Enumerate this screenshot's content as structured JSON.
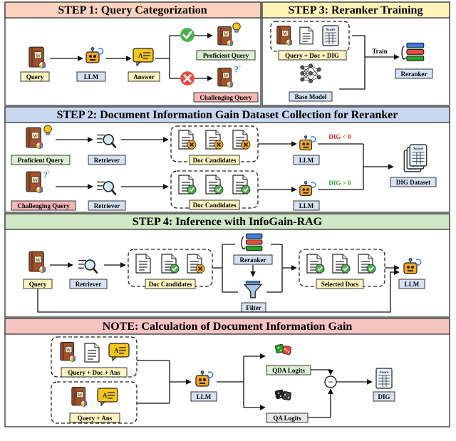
{
  "step1": {
    "title": "STEP 1: Query Categorization",
    "query": "Query",
    "llm": "LLM",
    "answer": "Answer",
    "proficient": "Proficient Query",
    "challenging": "Challenging Query"
  },
  "step3": {
    "title": "STEP 3: Reranker Training",
    "data": "Query + Doc + DIG",
    "base_model": "Base Model",
    "train": "Train",
    "reranker": "Reranker",
    "score": "Score"
  },
  "step2": {
    "title": "STEP 2: Document Information Gain Dataset Collection for Reranker",
    "proficient": "Proficient Query",
    "challenging": "Challenging Query",
    "retriever": "Retriever",
    "doc_candidates": "Doc Candidates",
    "llm": "LLM",
    "dig_neg": "DIG < 0",
    "dig_pos": "DIG > 0",
    "dig_dataset": "DIG Dataset",
    "score": "Score"
  },
  "step4": {
    "title": "STEP 4: Inference with InfoGain-RAG",
    "query": "Query",
    "retriever": "Retriever",
    "doc_candidates": "Doc Candidates",
    "reranker": "Reranker",
    "filter": "Filter",
    "selected_docs": "Selected Docs",
    "llm": "LLM"
  },
  "note": {
    "title": "NOTE: Calculation of Document Information Gain",
    "qda": "Query + Doc + Ans",
    "qa": "Query + Ans",
    "llm": "LLM",
    "qda_logits": "QDA Logits",
    "qa_logits": "QA Logits",
    "dig": "DIG",
    "minus": "−",
    "score": "Score"
  },
  "colors": {
    "step1_header": "#fbd2bd",
    "step3_header": "#fff3b8",
    "step2_header": "#c8d7ee",
    "step4_header": "#cfe8c5",
    "note_header": "#f6c3c3",
    "query_label": "#fdf4bf",
    "proficient_label": "#dcefd1",
    "challenging_label": "#f5b6b6",
    "tool_label": "#d6e2f3",
    "green_check": "#4caf50",
    "red_cross": "#e74c3c",
    "llm_orange": "#f5a623",
    "dig_neg_text": "#d62728",
    "dig_pos_text": "#2ca02c"
  }
}
